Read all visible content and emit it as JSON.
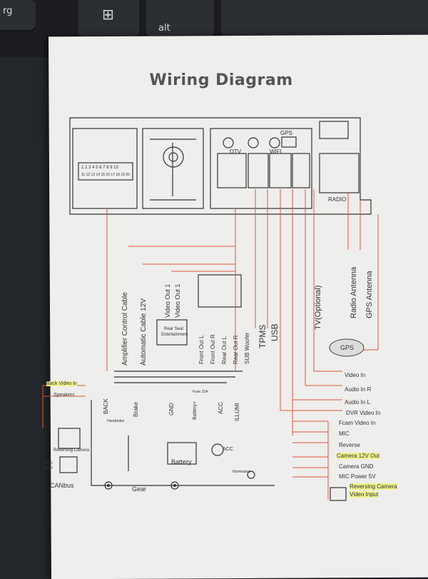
{
  "keyboard": {
    "windows_key": "⊞",
    "alt_key": "alt",
    "left_key_fragment": "rg"
  },
  "document": {
    "title": "Wiring Diagram"
  },
  "connectors": {
    "dtv": "DTV",
    "wifi": "WIFI",
    "gps": "GPS",
    "radio": "RADIO"
  },
  "vertical_labels": {
    "amp_control": "Amplifier Control Cable",
    "auto_cable": "Automatic Cable 12V",
    "video_out_1a": "Video Out 1",
    "video_out_1b": "Video Out 1",
    "front_out_l": "Front Out L",
    "front_out_r": "Front Out R",
    "rear_out_l": "Rear Out L",
    "rear_out_r": "Rear Out R",
    "sub_woofer": "SUB Woofer",
    "tpms": "TPMS",
    "usb": "USB",
    "tv_optional": "TV(Optional)",
    "radio_antenna": "Radio Antenna",
    "gps_antenna": "GPS Antenna",
    "back": "BACK",
    "brake": "Brake",
    "gnd": "GND",
    "battery_plus": "Battery+",
    "acc_v": "ACC",
    "illumi": "ILLUMI"
  },
  "rear_seat": {
    "line1": "Rear Seat",
    "line2": "Entertainment"
  },
  "gps_module": "GPS",
  "right_labels": [
    "Video In",
    "Audio In R",
    "Audio In L",
    "DVR Video In",
    "Fcam Video In",
    "MIC",
    "Reverse",
    "Camera 12V Out",
    "Camera GND",
    "MIC Power 5V",
    "Reversing Camera",
    "Video Input"
  ],
  "left_labels": {
    "back_video_in": "Back Video in",
    "speakers": "Speakers",
    "reversing_camera": "Reversing Camera",
    "key1": "KEY 1",
    "key2": "KEY 2",
    "canbus": "CANbus"
  },
  "circuit_labels": {
    "handbrake": "Handbrake",
    "fuse": "Fuse 15A",
    "battery": "Battery",
    "acc": "ACC",
    "illumination": "Illumination",
    "gear": "Gear"
  },
  "pin_numbers_top": [
    "1",
    "2",
    "3",
    "4",
    "5",
    "6",
    "7",
    "8",
    "9",
    "10"
  ],
  "pin_numbers_bottom": [
    "11",
    "12",
    "13",
    "14",
    "15",
    "16",
    "17",
    "18",
    "19",
    "20"
  ],
  "colors": {
    "paper": "#eeeeec",
    "wire": "#e0563b",
    "line": "#333333",
    "highlight": "#eef38a"
  }
}
